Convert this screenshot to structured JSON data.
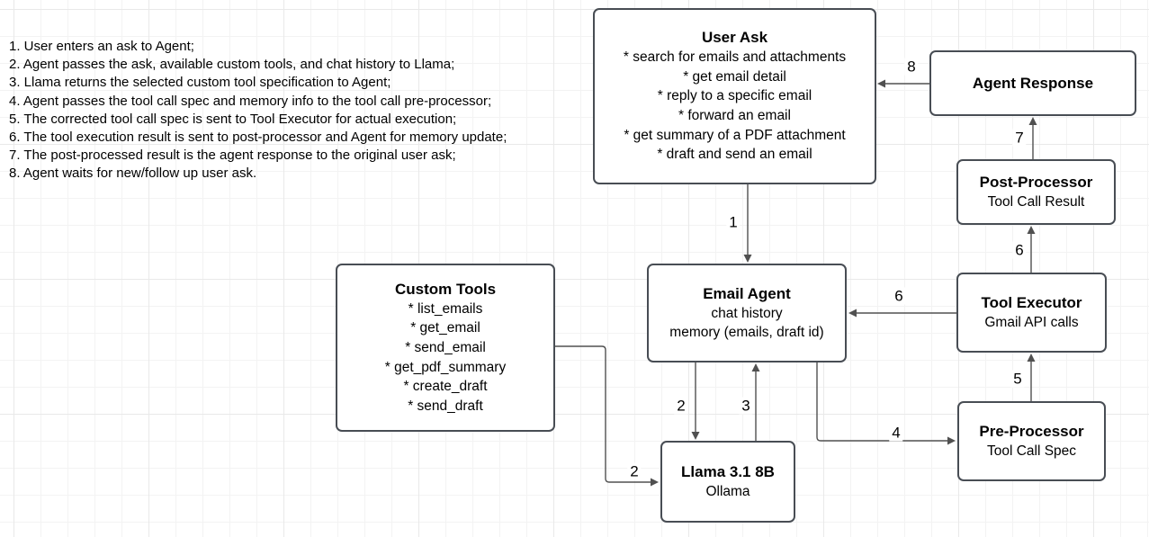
{
  "notes": {
    "items": [
      "1. User enters an ask to Agent;",
      "2. Agent passes the ask, available custom tools, and chat history to Llama;",
      "3. Llama returns the selected custom tool specification to Agent;",
      "4. Agent passes the tool call spec and memory info to the tool call pre-processor;",
      "5. The corrected tool call spec is sent to Tool Executor for actual execution;",
      "6. The tool execution result is sent to post-processor and Agent for memory update;",
      "7. The post-processed result is the agent response to the original user ask;",
      "8. Agent waits for new/follow up user ask."
    ]
  },
  "boxes": {
    "user_ask": {
      "title": "User Ask",
      "items": [
        "* search for emails and attachments",
        "* get email detail",
        "* reply to a specific email",
        "* forward an email",
        "* get summary of a PDF attachment",
        "* draft and send an email"
      ]
    },
    "agent_response": {
      "title": "Agent Response"
    },
    "post_processor": {
      "title": "Post-Processor",
      "subtitle": "Tool Call Result"
    },
    "tool_executor": {
      "title": "Tool Executor",
      "subtitle": "Gmail API calls"
    },
    "pre_processor": {
      "title": "Pre-Processor",
      "subtitle": "Tool Call Spec"
    },
    "email_agent": {
      "title": "Email Agent",
      "lines": [
        "chat history",
        "memory (emails, draft id)"
      ]
    },
    "custom_tools": {
      "title": "Custom Tools",
      "items": [
        "* list_emails",
        "* get_email",
        "* send_email",
        "* get_pdf_summary",
        "* create_draft",
        "* send_draft"
      ]
    },
    "llama": {
      "title": "Llama 3.1 8B",
      "subtitle": "Ollama"
    }
  },
  "edge_labels": {
    "e1": "1",
    "e2a": "2",
    "e2b": "2",
    "e3": "3",
    "e4": "4",
    "e5": "5",
    "e6a": "6",
    "e6b": "6",
    "e7": "7",
    "e8": "8"
  },
  "colors": {
    "background": "#ffffff",
    "grid_minor": "#f3f3f3",
    "grid_major": "#e9e9e9",
    "node_border": "#484d54",
    "arrow": "#505050",
    "text": "#000000"
  }
}
